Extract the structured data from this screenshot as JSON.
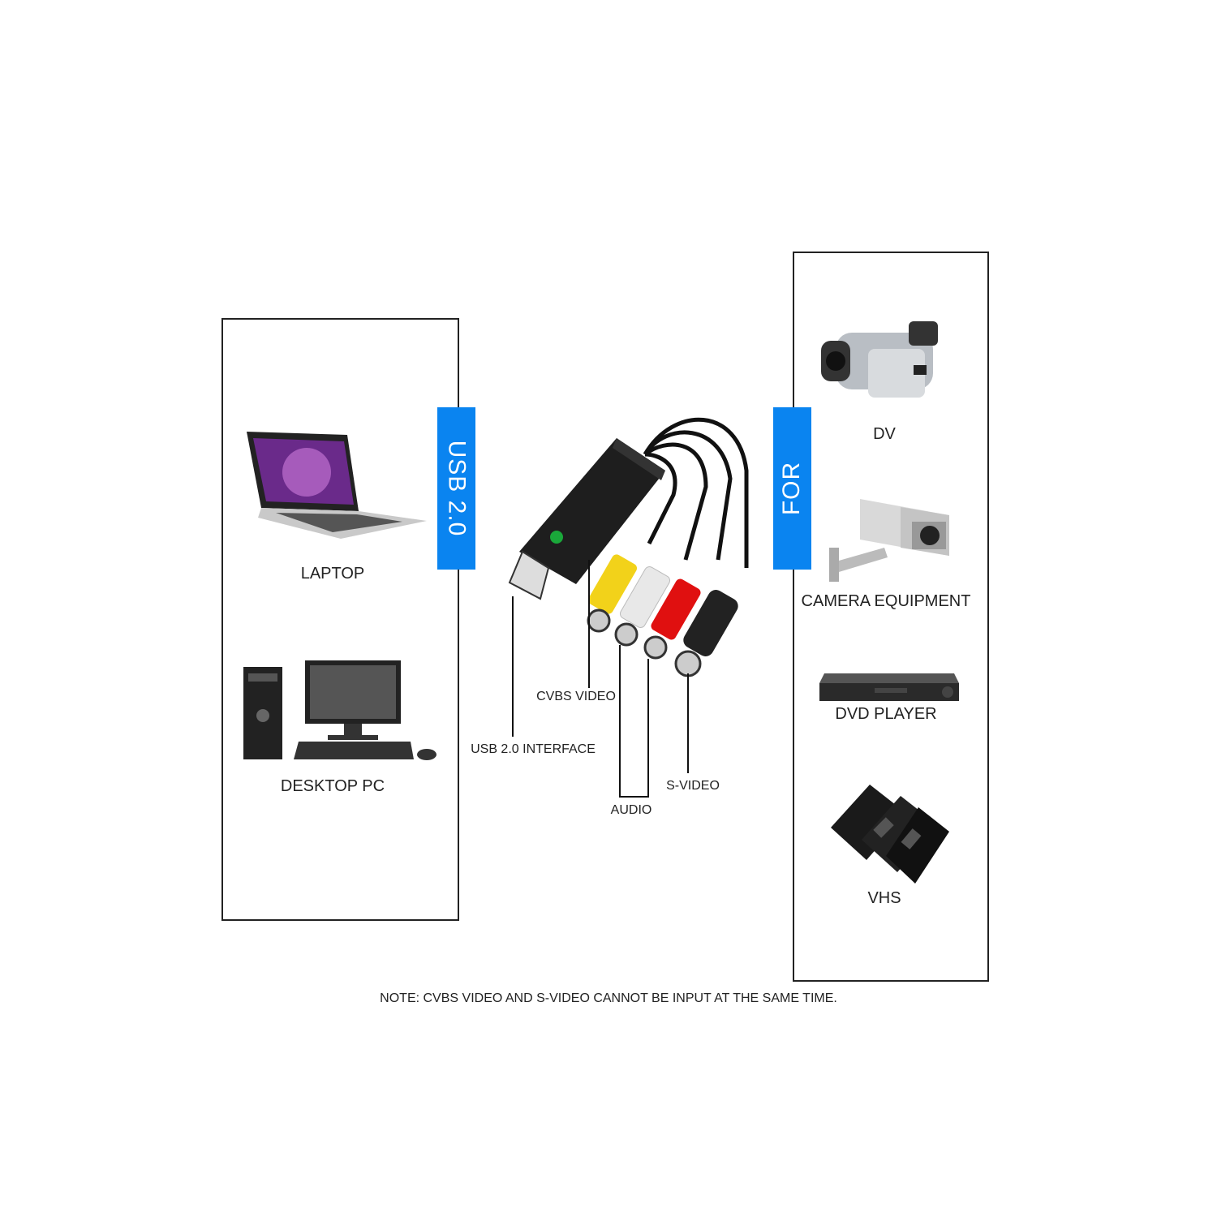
{
  "left_panel": {
    "tag": "USB 2.0",
    "devices": [
      {
        "label": "LAPTOP",
        "icon": "laptop-icon"
      },
      {
        "label": "DESKTOP PC",
        "icon": "desktop-pc-icon"
      }
    ]
  },
  "right_panel": {
    "tag": "FOR",
    "devices": [
      {
        "label": "DV",
        "icon": "camcorder-icon"
      },
      {
        "label": "CAMERA EQUIPMENT",
        "icon": "security-camera-icon"
      },
      {
        "label": "DVD PLAYER",
        "icon": "dvd-player-icon"
      },
      {
        "label": "VHS",
        "icon": "vhs-tapes-icon"
      }
    ]
  },
  "adapter": {
    "callouts": {
      "cvbs": "CVBS VIDEO",
      "usb": "USB 2.0 INTERFACE",
      "svideo": "S-VIDEO",
      "audio": "AUDIO"
    },
    "connector_colors": {
      "cvbs": "#f2d21a",
      "audio_left": "#e8e8e8",
      "audio_right": "#e01010",
      "svideo": "#222222"
    }
  },
  "note": "NOTE: CVBS VIDEO AND S-VIDEO CANNOT BE INPUT AT THE SAME TIME.",
  "colors": {
    "tag_blue": "#0a84f0"
  }
}
